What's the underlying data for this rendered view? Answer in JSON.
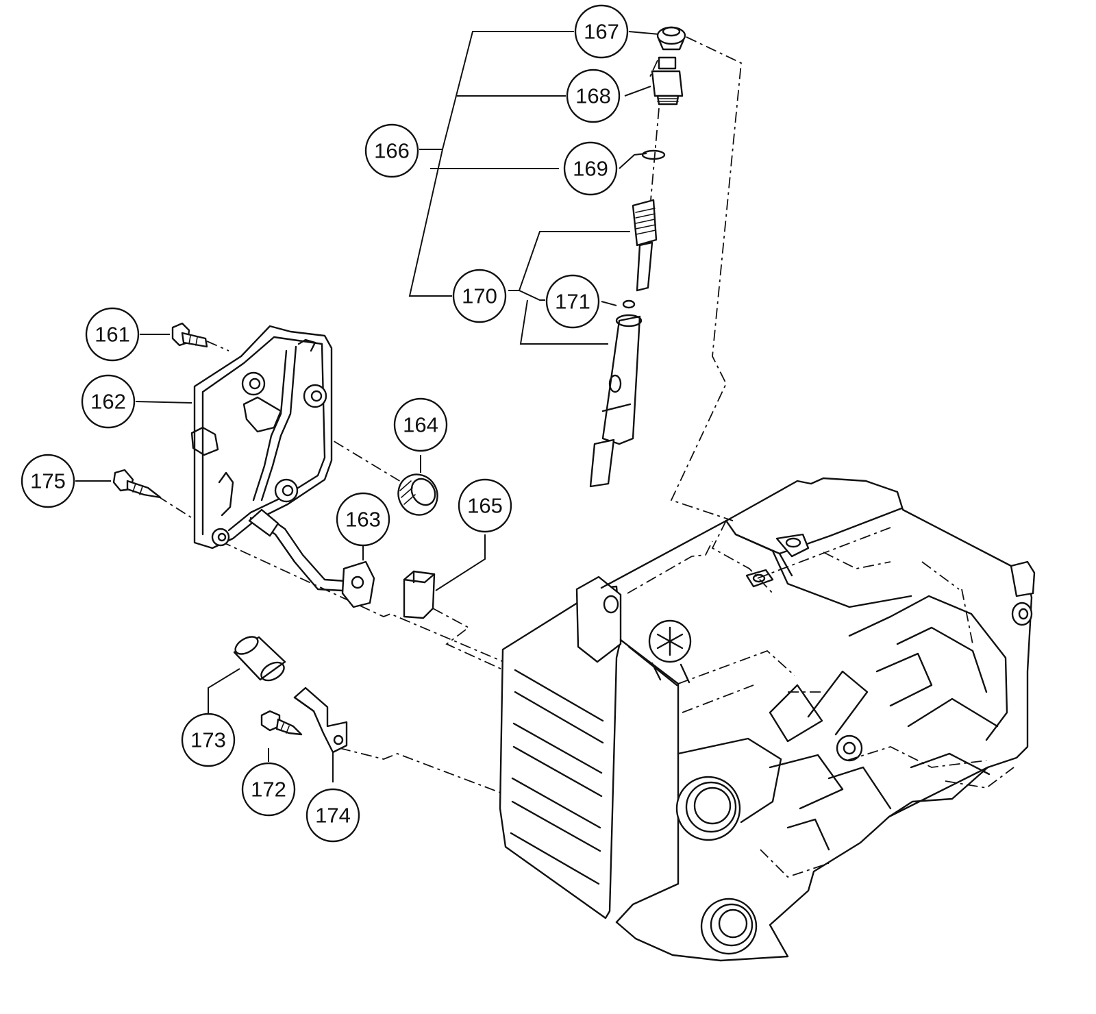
{
  "callouts": [
    {
      "id": "161",
      "label": "161"
    },
    {
      "id": "162",
      "label": "162"
    },
    {
      "id": "163",
      "label": "163"
    },
    {
      "id": "164",
      "label": "164"
    },
    {
      "id": "165",
      "label": "165"
    },
    {
      "id": "166",
      "label": "166"
    },
    {
      "id": "167",
      "label": "167"
    },
    {
      "id": "168",
      "label": "168"
    },
    {
      "id": "169",
      "label": "169"
    },
    {
      "id": "170",
      "label": "170"
    },
    {
      "id": "171",
      "label": "171"
    },
    {
      "id": "172",
      "label": "172"
    },
    {
      "id": "173",
      "label": "173"
    },
    {
      "id": "174",
      "label": "174"
    },
    {
      "id": "175",
      "label": "175"
    }
  ],
  "colors": {
    "ink": "#111111",
    "background": "#ffffff"
  }
}
